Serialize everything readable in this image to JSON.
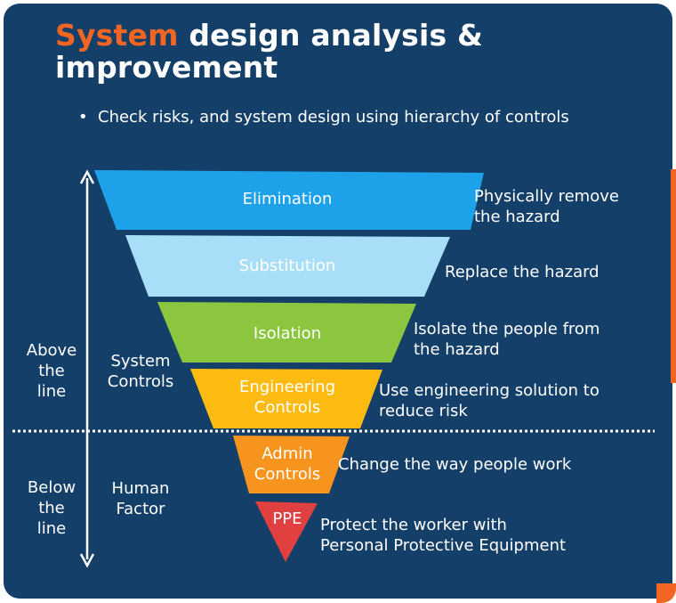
{
  "title": {
    "highlight": "System",
    "rest": " design analysis &",
    "line2": "improvement"
  },
  "bullet": "Check risks, and system design using hierarchy of controls",
  "tiers": [
    {
      "label_lines": [
        "Elimination"
      ],
      "description_lines": [
        "Physically remove",
        "the hazard"
      ],
      "color": "#1DA1E8"
    },
    {
      "label_lines": [
        "Substitution"
      ],
      "description_lines": [
        "Replace the hazard"
      ],
      "color": "#A8DEF7"
    },
    {
      "label_lines": [
        "Isolation"
      ],
      "description_lines": [
        "Isolate the people from",
        "the hazard"
      ],
      "color": "#8CC63F"
    },
    {
      "label_lines": [
        "Engineering",
        "Controls"
      ],
      "description_lines": [
        "Use engineering solution to",
        "reduce risk"
      ],
      "color": "#FDBB12"
    },
    {
      "label_lines": [
        "Admin",
        "Controls"
      ],
      "description_lines": [
        "Change the way people work"
      ],
      "color": "#F7941D"
    },
    {
      "label_lines": [
        "PPE"
      ],
      "description_lines": [
        "Protect the worker with",
        "Personal Protective Equipment"
      ],
      "color": "#E04040"
    }
  ],
  "left_labels": {
    "above": [
      "Above",
      "the",
      "line"
    ],
    "system": [
      "System",
      "Controls"
    ],
    "below": [
      "Below",
      "the",
      "line"
    ],
    "human": [
      "Human",
      "Factor"
    ]
  },
  "colors": {
    "background": "#143F69",
    "accent": "#F26522",
    "text": "#FFFFFF"
  }
}
